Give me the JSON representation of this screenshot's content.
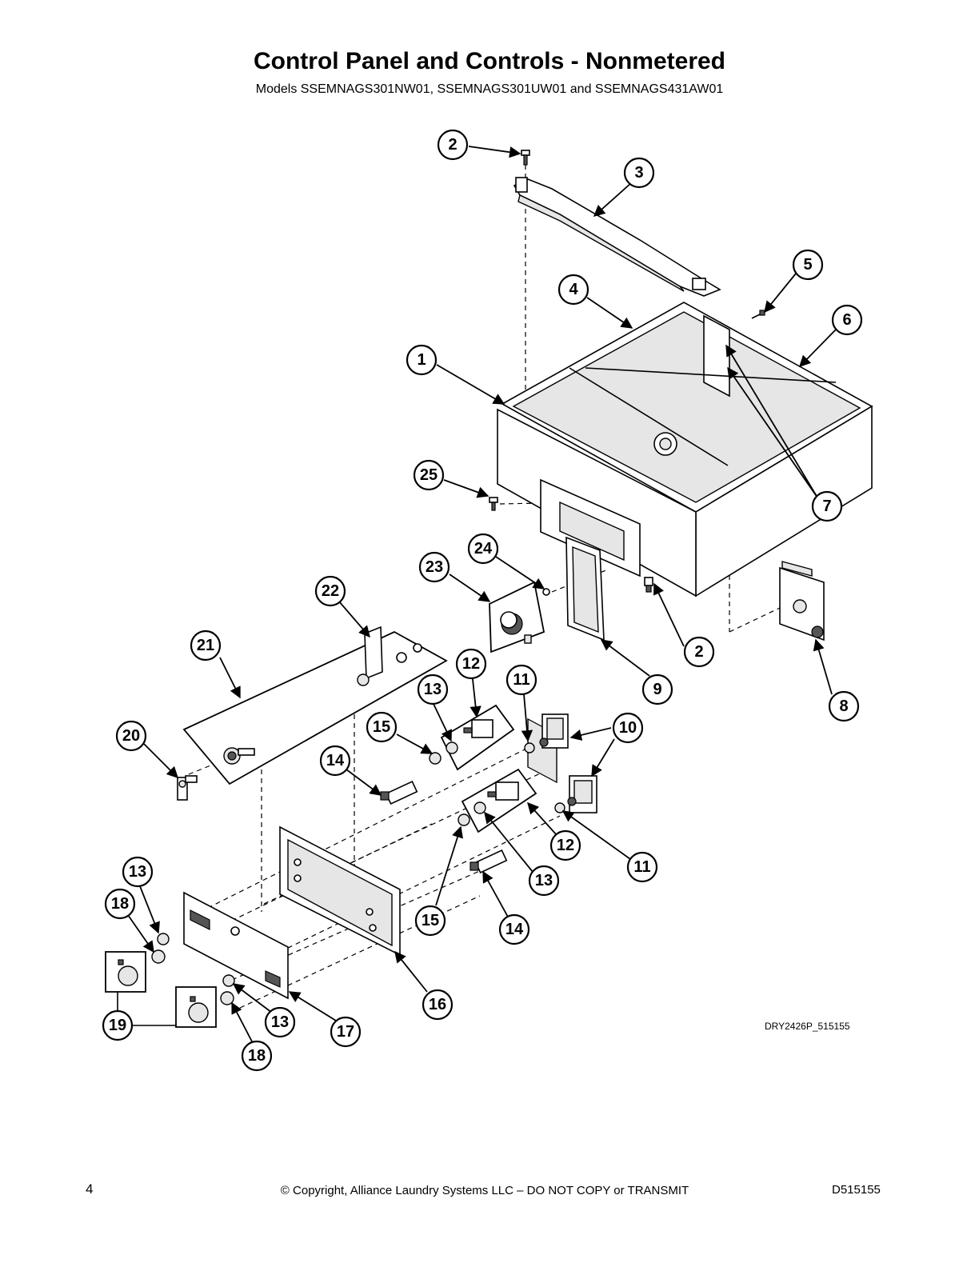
{
  "header": {
    "title": "Control Panel and Controls - Nonmetered",
    "subtitle": "Models SSEMNAGS301NW01, SSEMNAGS301UW01 and SSEMNAGS431AW01"
  },
  "diagram": {
    "drawing_id": "DRY2426P_515155",
    "callouts": [
      "2",
      "3",
      "5",
      "4",
      "6",
      "1",
      "7",
      "25",
      "24",
      "23",
      "22",
      "21",
      "9",
      "2",
      "8",
      "12",
      "13",
      "11",
      "15",
      "10",
      "20",
      "14",
      "12",
      "11",
      "13",
      "15",
      "14",
      "13",
      "18",
      "16",
      "19",
      "13",
      "17",
      "18"
    ]
  },
  "footer": {
    "page_number": "4",
    "copyright": "© Copyright, Alliance Laundry Systems LLC – DO NOT COPY or TRANSMIT",
    "doc_code": "D515155"
  }
}
